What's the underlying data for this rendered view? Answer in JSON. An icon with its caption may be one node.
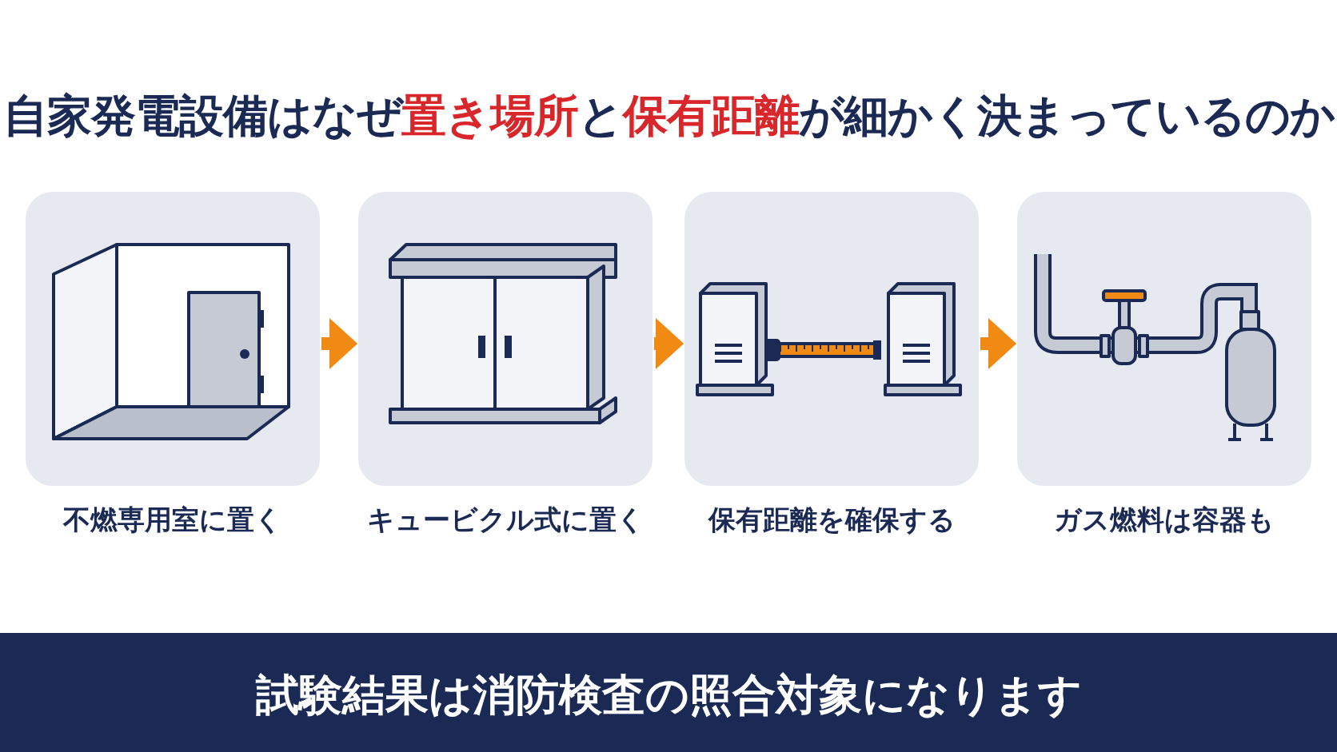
{
  "diagram": {
    "title": "自家発電設備はなぜ**置き場所**と**保有距離**が細かく決まっているのか",
    "nodes": [
      {
        "text": [
          "不燃専用室に置く"
        ]
      },
      {
        "text": [
          "キュービクル式に置く"
        ]
      },
      {
        "text": [
          "保有距離を確保する"
        ]
      },
      {
        "text": [
          "ガス燃料は容器も"
        ]
      },
      {
        "text": [
          "試験結果は消防検査の照合対象になります"
        ]
      }
    ],
    "edges": [
      {
        "from": 0,
        "to": 1,
        "arrow": "to"
      },
      {
        "from": 1,
        "to": 2,
        "arrow": "to"
      },
      {
        "from": 2,
        "to": 3,
        "arrow": "to"
      }
    ]
  }
}
